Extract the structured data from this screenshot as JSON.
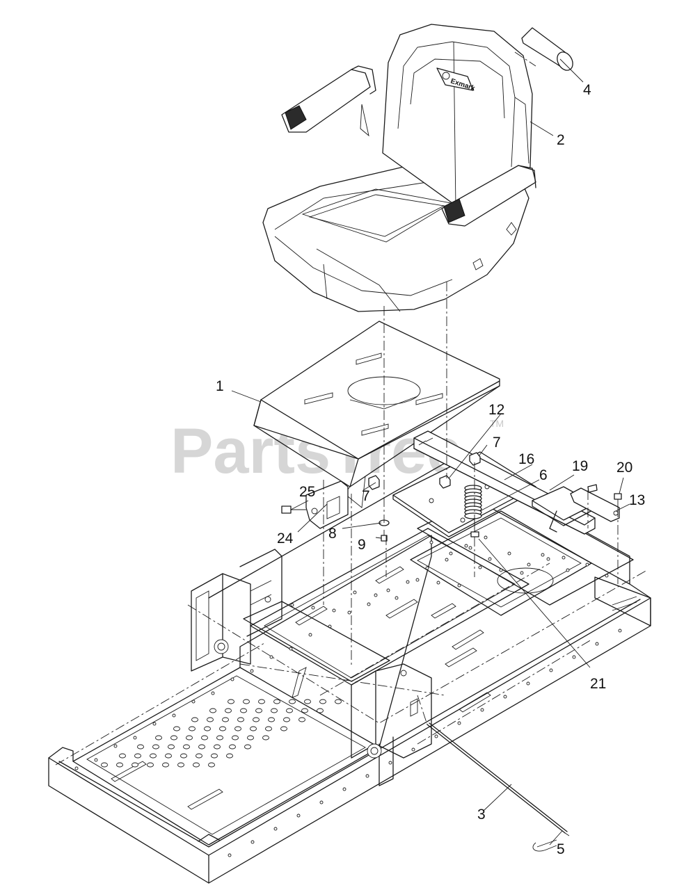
{
  "watermark": {
    "text": "PartsTree",
    "tm": "TM"
  },
  "seat_brand": "Exmark",
  "callouts": [
    {
      "id": "c1",
      "label": "1"
    },
    {
      "id": "c2",
      "label": "2"
    },
    {
      "id": "c3",
      "label": "3"
    },
    {
      "id": "c4",
      "label": "4"
    },
    {
      "id": "c5",
      "label": "5"
    },
    {
      "id": "c6",
      "label": "6"
    },
    {
      "id": "c7a",
      "label": "7"
    },
    {
      "id": "c7b",
      "label": "7"
    },
    {
      "id": "c8",
      "label": "8"
    },
    {
      "id": "c9",
      "label": "9"
    },
    {
      "id": "c12",
      "label": "12"
    },
    {
      "id": "c13",
      "label": "13"
    },
    {
      "id": "c16",
      "label": "16"
    },
    {
      "id": "c19",
      "label": "19"
    },
    {
      "id": "c20",
      "label": "20"
    },
    {
      "id": "c21",
      "label": "21"
    },
    {
      "id": "c24",
      "label": "24"
    },
    {
      "id": "c25",
      "label": "25"
    }
  ]
}
